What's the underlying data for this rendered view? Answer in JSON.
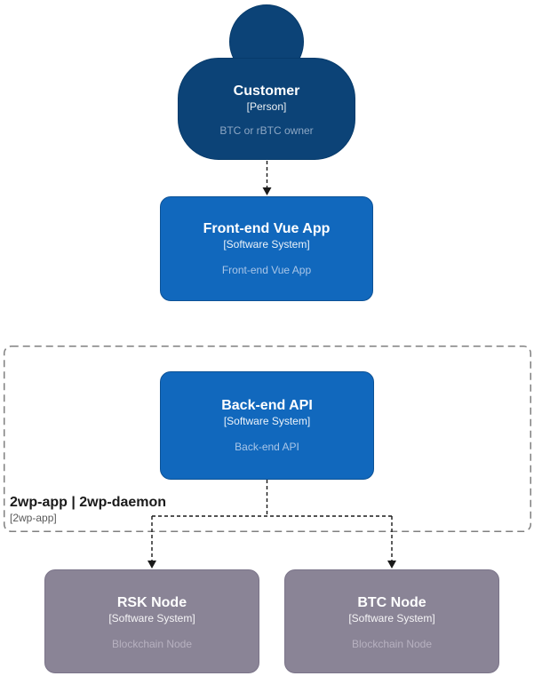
{
  "nodes": {
    "customer": {
      "name": "Customer",
      "type": "[Person]",
      "description": "BTC or rBTC owner"
    },
    "frontend": {
      "name": "Front-end Vue App",
      "type": "[Software System]",
      "description": "Front-end Vue App"
    },
    "backend": {
      "name": "Back-end API",
      "type": "[Software System]",
      "description": "Back-end API"
    },
    "rsk_node": {
      "name": "RSK Node",
      "type": "[Software System]",
      "description": "Blockchain Node"
    },
    "btc_node": {
      "name": "BTC Node",
      "type": "[Software System]",
      "description": "Blockchain Node"
    }
  },
  "boundary": {
    "label": "2wp-app | 2wp-daemon",
    "sublabel": "[2wp-app]"
  },
  "relationships": [
    {
      "from": "Customer",
      "to": "Front-end Vue App",
      "style": "dashed-arrow"
    },
    {
      "from": "Back-end API",
      "to": "RSK Node",
      "style": "dashed-arrow"
    },
    {
      "from": "Back-end API",
      "to": "BTC Node",
      "style": "dashed-arrow"
    }
  ],
  "colors": {
    "person_fill": "#0c4377",
    "person_stroke": "#073b6b",
    "system_fill": "#1168bd",
    "system_stroke": "#0d5296",
    "node_fill": "#8a8496",
    "node_stroke": "#7b7489",
    "boundary_stroke": "#808080",
    "connector_color": "#1a1a1a",
    "label_color": "#1a1a1a"
  }
}
